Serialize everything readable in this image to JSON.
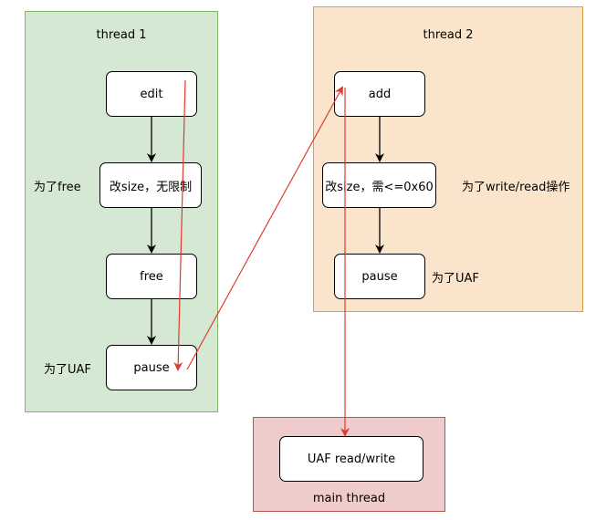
{
  "thread1": {
    "title": "thread 1",
    "nodes": {
      "edit": "edit",
      "change_size": "改size，无限制",
      "free": "free",
      "pause": "pause"
    },
    "notes": {
      "for_free": "为了free",
      "for_uaf": "为了UAF"
    }
  },
  "thread2": {
    "title": "thread 2",
    "nodes": {
      "add": "add",
      "change_size": "改size，需<=0x60",
      "pause": "pause"
    },
    "notes": {
      "for_write_read": "为了write/read操作",
      "for_uaf": "为了UAF"
    }
  },
  "main_thread": {
    "title": "main thread",
    "nodes": {
      "uaf_rw": "UAF read/write"
    }
  },
  "colors": {
    "thread1_fill": "#d5e8d4",
    "thread1_stroke": "#82b366",
    "thread2_fill": "#fae5cc",
    "thread2_stroke": "#d6a33f",
    "main_fill": "#f0cbcb",
    "main_stroke": "#b85450",
    "red_arrow": "#e03b2e",
    "black_arrow": "#000000"
  }
}
